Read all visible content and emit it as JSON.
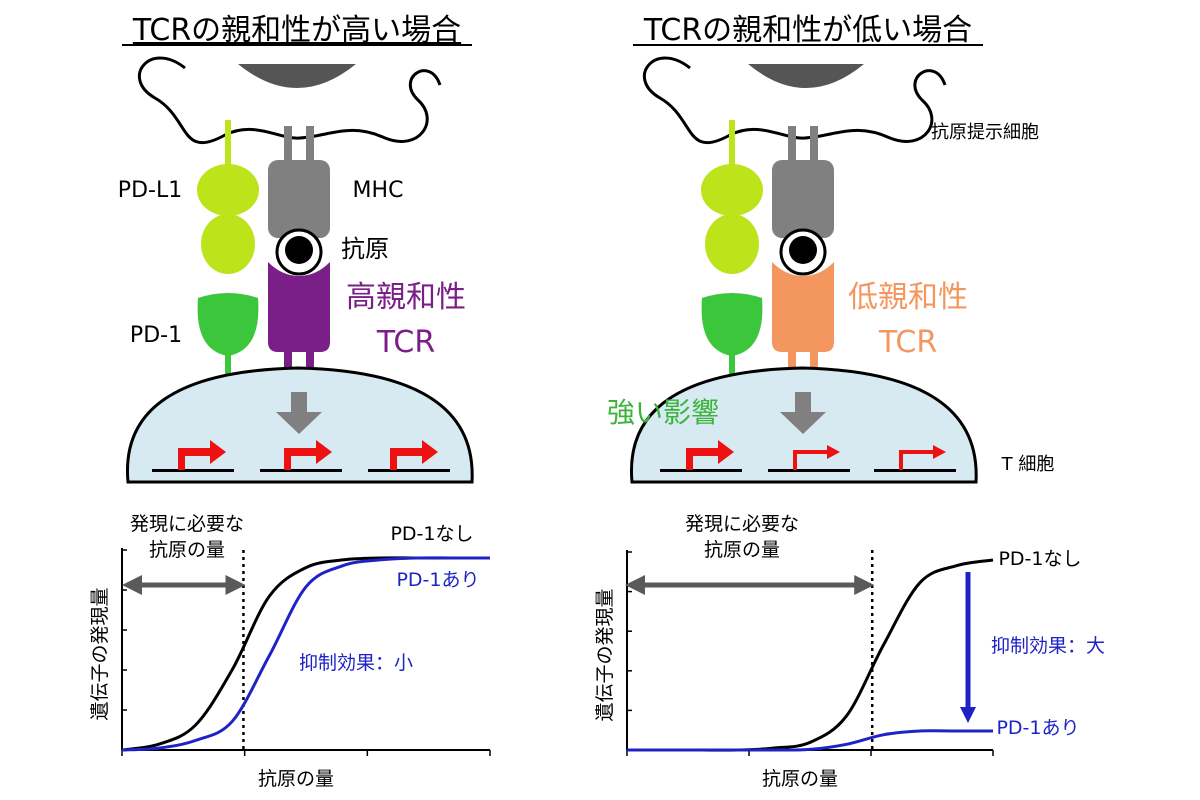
{
  "left_panel": {
    "title": "TCRの親和性が高い場合",
    "pdl1_label": "PD-L1",
    "mhc_label": "MHC",
    "antigen_label": "抗原",
    "pd1_label": "PD-1",
    "tcr_line1": "高親和性",
    "tcr_line2": "TCR",
    "tcr_color": "#7a1f87"
  },
  "right_panel": {
    "title": "TCRの親和性が低い場合",
    "apc_label": "抗原提示細胞",
    "tcr_line1": "低親和性",
    "tcr_line2": "TCR",
    "strong_effect_label": "強い影響",
    "tcell_label": "T 細胞",
    "tcr_color": "#f4975f"
  },
  "colors": {
    "pdl1": "#bde31a",
    "pd1": "#3cc63c",
    "mhc": "#808080",
    "tcell": "#d7e9f1",
    "arrow_gray": "#808080",
    "promoter_red": "#ee1111",
    "curve_black": "#000000",
    "curve_blue": "#1f23c6",
    "strong_effect_green": "#3cb43c"
  },
  "chart_data": [
    {
      "type": "line",
      "xlabel": "抗原の量",
      "ylabel": "遺伝子の発現量",
      "threshold_label": "発現に必要な\n抗原の量",
      "threshold_x": 0.33,
      "xlim": [
        0,
        1
      ],
      "ylim": [
        0,
        1
      ],
      "effect_label": "抑制効果：小",
      "series": [
        {
          "name": "PD-1なし",
          "color": "#000000",
          "x": [
            0,
            0.1,
            0.2,
            0.3,
            0.4,
            0.5,
            0.6,
            0.7,
            0.8,
            0.9,
            1.0
          ],
          "y": [
            0.0,
            0.03,
            0.13,
            0.42,
            0.8,
            0.95,
            0.99,
            1.0,
            1.0,
            1.0,
            1.0
          ]
        },
        {
          "name": "PD-1あり",
          "color": "#1f23c6",
          "x": [
            0,
            0.1,
            0.2,
            0.3,
            0.4,
            0.5,
            0.6,
            0.7,
            0.8,
            0.9,
            1.0
          ],
          "y": [
            0.0,
            0.01,
            0.05,
            0.15,
            0.49,
            0.85,
            0.96,
            0.99,
            1.0,
            1.0,
            1.0
          ]
        }
      ]
    },
    {
      "type": "line",
      "xlabel": "抗原の量",
      "ylabel": "遺伝子の発現量",
      "threshold_label": "発現に必要な\n抗原の量",
      "threshold_x": 0.67,
      "xlim": [
        0,
        1
      ],
      "ylim": [
        0,
        1
      ],
      "effect_label": "抑制効果：大",
      "series": [
        {
          "name": "PD-1なし",
          "color": "#000000",
          "x": [
            0,
            0.1,
            0.2,
            0.3,
            0.4,
            0.5,
            0.6,
            0.7,
            0.8,
            0.9,
            1.0
          ],
          "y": [
            0.0,
            0.0,
            0.0,
            0.0,
            0.01,
            0.04,
            0.18,
            0.55,
            0.88,
            0.97,
            1.0
          ]
        },
        {
          "name": "PD-1あり",
          "color": "#1f23c6",
          "x": [
            0,
            0.1,
            0.2,
            0.3,
            0.4,
            0.5,
            0.6,
            0.7,
            0.8,
            0.9,
            1.0
          ],
          "y": [
            0.0,
            0.0,
            0.0,
            0.0,
            0.0,
            0.003,
            0.03,
            0.08,
            0.1,
            0.1,
            0.1
          ]
        }
      ]
    }
  ]
}
